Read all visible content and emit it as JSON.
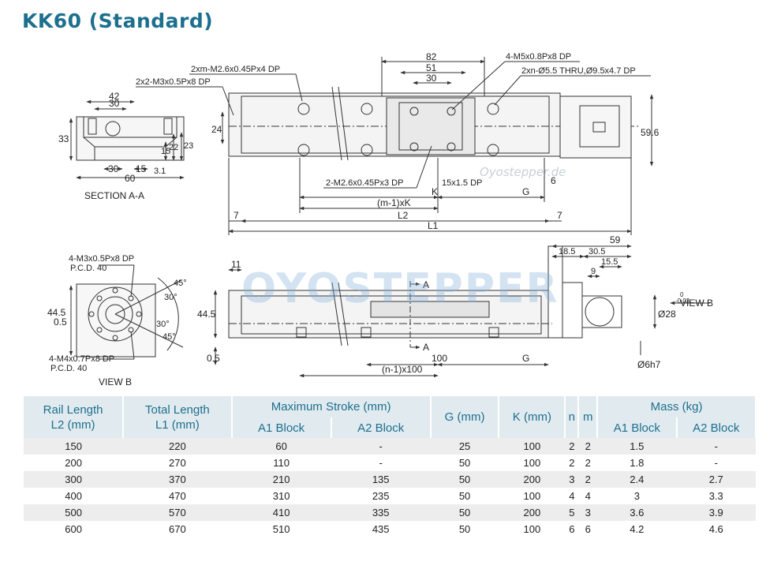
{
  "title": "KK60 (Standard)",
  "watermarks": {
    "small": "Oyostepper.de",
    "big": "OYOSTEPPER"
  },
  "section_a_a": {
    "caption": "SECTION A-A",
    "dims": [
      "42",
      "30",
      "33",
      "15",
      "22",
      "23",
      "30",
      "15",
      "3.1",
      "60"
    ]
  },
  "top_view": {
    "callouts": [
      "2xm-M2.6x0.45Px4 DP",
      "2x2-M3x0.5Px8 DP",
      "4-M5x0.8Px8 DP",
      "2xn-Ø5.5 THRU,Ø9.5x4.7 DP",
      "2-M2.6x0.45Px3 DP",
      "15x1.5 DP"
    ],
    "dims": [
      "82",
      "51",
      "30",
      "24",
      "59.6",
      "6",
      "K",
      "G",
      "(m-1)xK",
      "L2",
      "7",
      "7",
      "L1"
    ]
  },
  "view_b": {
    "caption": "VIEW B",
    "callouts": [
      "4-M3x0.5Px8 DP",
      "P.C.D. 40",
      "4-M4x0.7Px8 DP",
      "P.C.D. 40"
    ],
    "dims": [
      "45°",
      "30°",
      "30°",
      "45°",
      "44.5",
      "0.5"
    ]
  },
  "side_view": {
    "label_a_top": "A",
    "label_a_bottom": "A",
    "view_b_arrow": "VIEW B",
    "dims": [
      "11",
      "44.5",
      "0.5",
      "100",
      "G",
      "(n-1)x100",
      "59",
      "18.5",
      "30.5",
      "15.5",
      "9",
      "Ø28",
      "0",
      "-0.03",
      "Ø6h7"
    ]
  },
  "table": {
    "headers": {
      "rail_length": "Rail Length",
      "rail_length_unit": "L2 (mm)",
      "total_length": "Total Length",
      "total_length_unit": "L1 (mm)",
      "max_stroke": "Maximum  Stroke (mm)",
      "a1_block": "A1 Block",
      "a2_block": "A2 Block",
      "g": "G (mm)",
      "k": "K (mm)",
      "n": "n",
      "m": "m",
      "mass": "Mass (kg)",
      "mass_a1": "A1 Block",
      "mass_a2": "A2 Block"
    },
    "rows": [
      [
        "150",
        "220",
        "60",
        "-",
        "25",
        "100",
        "2",
        "2",
        "1.5",
        "-"
      ],
      [
        "200",
        "270",
        "110",
        "-",
        "50",
        "100",
        "2",
        "2",
        "1.8",
        "-"
      ],
      [
        "300",
        "370",
        "210",
        "135",
        "50",
        "200",
        "3",
        "2",
        "2.4",
        "2.7"
      ],
      [
        "400",
        "470",
        "310",
        "235",
        "50",
        "100",
        "4",
        "4",
        "3",
        "3.3"
      ],
      [
        "500",
        "570",
        "410",
        "335",
        "50",
        "200",
        "5",
        "3",
        "3.6",
        "3.9"
      ],
      [
        "600",
        "670",
        "510",
        "435",
        "50",
        "100",
        "6",
        "6",
        "4.2",
        "4.6"
      ]
    ]
  }
}
